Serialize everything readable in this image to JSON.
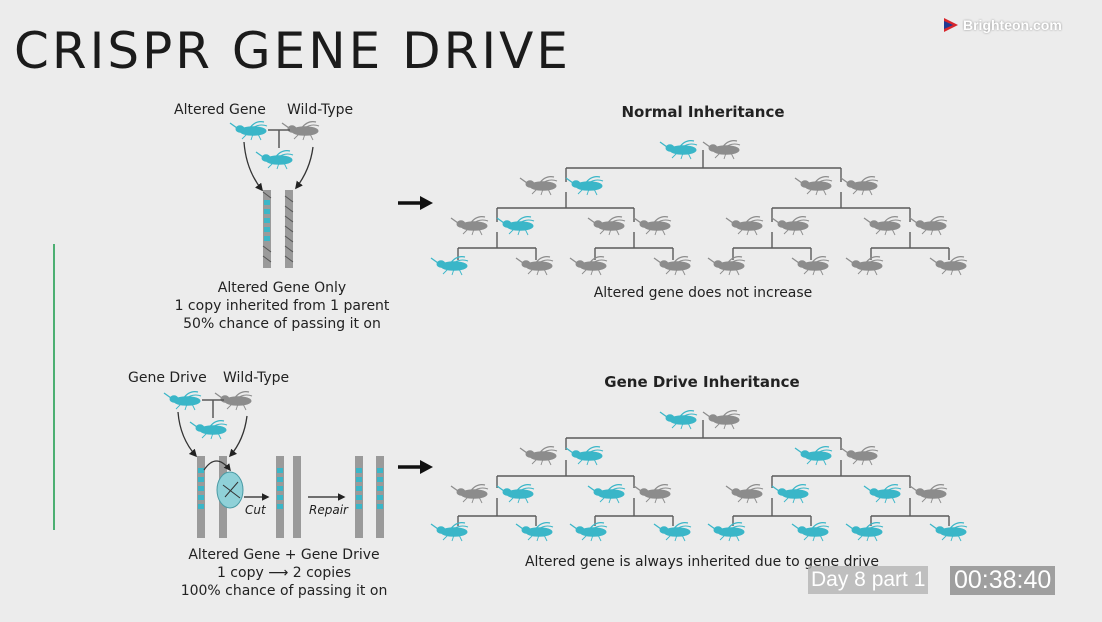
{
  "slide": {
    "title": "CRISPR GENE DRIVE",
    "brand": "Brighteon.com",
    "colors": {
      "altered": "#3ab6c8",
      "wildtype": "#8c8c8c",
      "line": "#5a5a5a",
      "accent_line": "#4caf72"
    }
  },
  "top_section": {
    "label_altered": "Altered Gene",
    "label_wildtype": "Wild-Type",
    "caption": [
      "Altered Gene Only",
      "1 copy inherited from 1 parent",
      "50% chance of passing it on"
    ],
    "tree_title": "Normal Inheritance",
    "tree_caption": "Altered gene does not increase"
  },
  "bottom_section": {
    "label_drive": "Gene Drive",
    "label_wildtype": "Wild-Type",
    "step_cut": "Cut",
    "step_repair": "Repair",
    "caption": [
      "Altered Gene + Gene Drive",
      "1 copy ⟶ 2 copies",
      "100% chance of passing it on"
    ],
    "tree_title": "Gene Drive Inheritance",
    "tree_caption": "Altered gene is always inherited due to gene drive"
  },
  "overlay": {
    "day": "Day 8 part 1",
    "timestamp": "00:38:40"
  }
}
